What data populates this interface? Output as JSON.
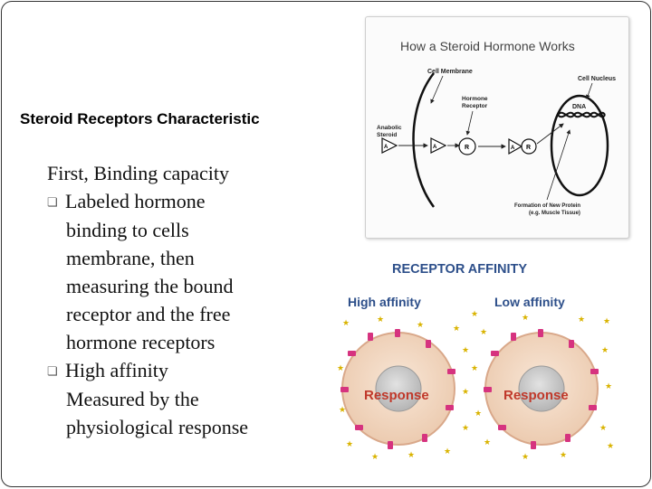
{
  "slide": {
    "title": "Steroid Receptors Characteristic",
    "lines": [
      "First, Binding capacity",
      "Labeled hormone",
      "binding to cells",
      "membrane, then",
      "measuring the bound",
      "receptor and the free",
      "hormone receptors",
      "High affinity",
      "Measured by the",
      "physiological response"
    ]
  },
  "diagram1": {
    "title": "How a Steroid Hormone Works",
    "cell_membrane": "Cell Membrane",
    "cell_nucleus": "Cell Nucleus",
    "hormone_receptor_1": "Hormone",
    "hormone_receptor_2": "Receptor",
    "anabolic_1": "Anabolic",
    "anabolic_2": "Steroid",
    "dna": "DNA",
    "formation_1": "Formation of New Protein",
    "formation_2": "(e.g. Muscle Tissue)",
    "symbol_a": "A",
    "symbol_r": "R"
  },
  "diagram2": {
    "title": "RECEPTOR AFFINITY",
    "left_label": "High affinity",
    "right_label": "Low affinity",
    "response_left": "Response",
    "response_right": "Response"
  }
}
